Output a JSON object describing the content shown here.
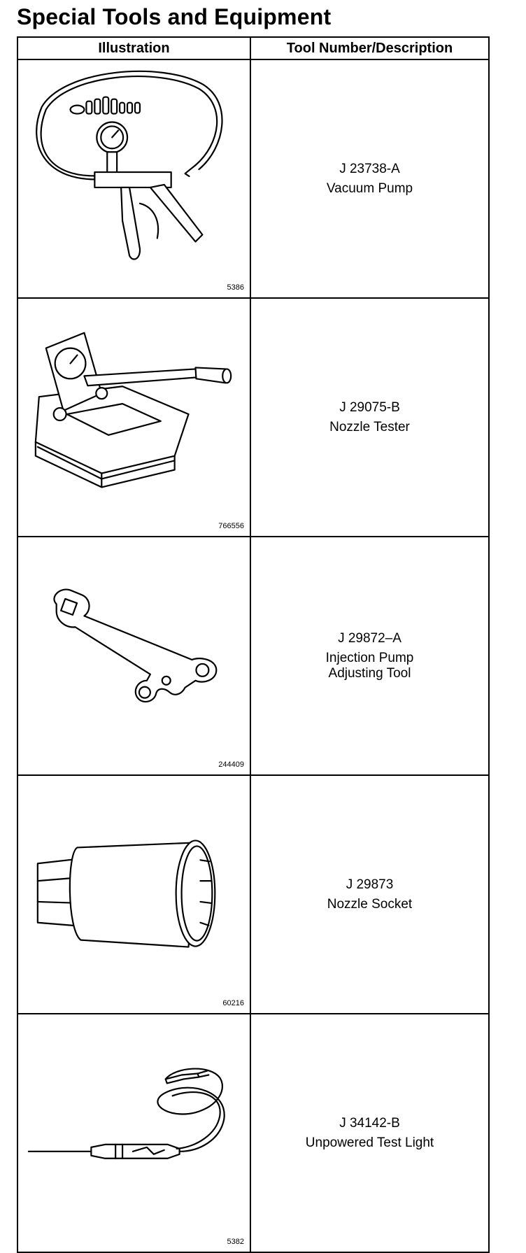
{
  "title": "Special Tools and Equipment",
  "table": {
    "headers": {
      "illustration": "Illustration",
      "description": "Tool Number/Description"
    },
    "rows": [
      {
        "figure_number": "5386",
        "tool_number": "J 23738-A",
        "description": "Vacuum Pump",
        "illustration_icon": "vacuum-pump-illustration"
      },
      {
        "figure_number": "766556",
        "tool_number": "J 29075-B",
        "description": "Nozzle Tester",
        "illustration_icon": "nozzle-tester-illustration"
      },
      {
        "figure_number": "244409",
        "tool_number": "J 29872–A",
        "description": "Injection Pump\nAdjusting Tool",
        "illustration_icon": "adjusting-tool-illustration"
      },
      {
        "figure_number": "60216",
        "tool_number": "J 29873",
        "description": "Nozzle Socket",
        "illustration_icon": "nozzle-socket-illustration"
      },
      {
        "figure_number": "5382",
        "tool_number": "J 34142-B",
        "description": "Unpowered Test Light",
        "illustration_icon": "test-light-illustration"
      }
    ]
  }
}
